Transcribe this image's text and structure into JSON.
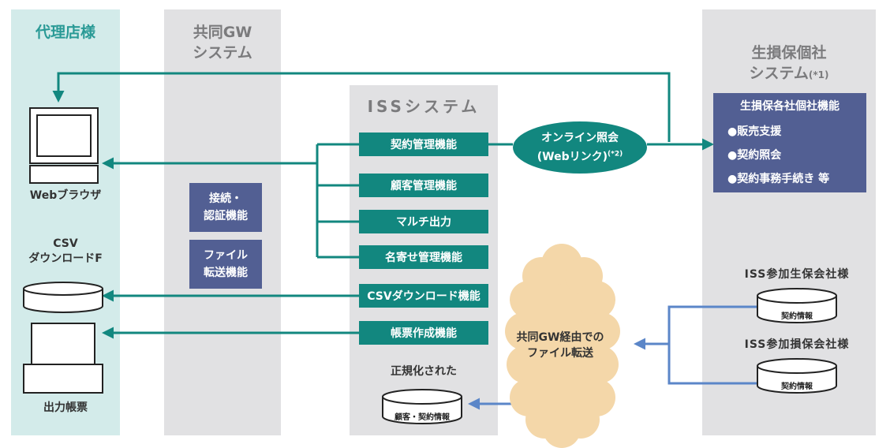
{
  "columns": {
    "agency": "代理店様",
    "gw": "共同GW\nシステム",
    "iss": "ISSシステム",
    "insurer": "生損保個社\nシステム",
    "insurer_note": "(*1)"
  },
  "iss_functions": [
    "契約管理機能",
    "顧客管理機能",
    "マルチ出力",
    "名寄せ管理機能",
    "CSVダウンロード機能",
    "帳票作成機能"
  ],
  "gw_functions": [
    "接続・\n認証機能",
    "ファイル\n転送機能"
  ],
  "online_inquiry": {
    "line1": "オンライン照会",
    "line2": "(Webリンク)",
    "note": "(*2)"
  },
  "insurer_box": {
    "title": "生損保各社個社機能",
    "items": [
      "●販売支援",
      "●契約照会",
      "●契約事務手続き 等"
    ]
  },
  "agency_labels": {
    "browser": "Webブラウザ",
    "csv": "CSV\nダウンロードF",
    "report": "出力帳票"
  },
  "participants": {
    "life": "ISS参加生保会社様",
    "nonlife": "ISS参加損保会社様",
    "db_label": "契約情報"
  },
  "cloud_text": "共同GW経由での\nファイル転送",
  "normalized": {
    "title": "正規化された",
    "db_label": "顧客・契約情報"
  },
  "colors": {
    "teal": "#12877f",
    "navy": "#525f93",
    "blue_arrow": "#5b86c8",
    "cloud": "#f4d7a9"
  }
}
